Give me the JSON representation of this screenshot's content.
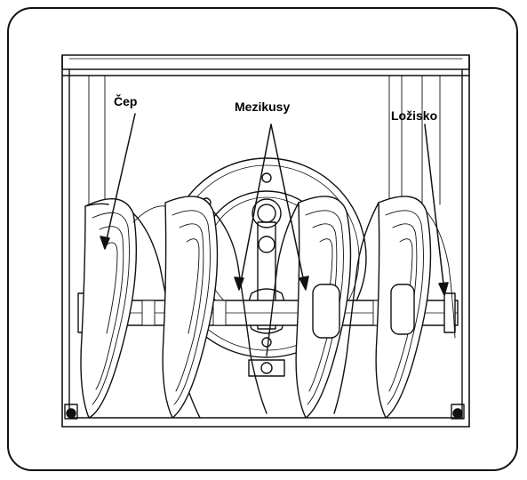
{
  "labels": {
    "cep": "Čep",
    "mezikusy": "Mezikusy",
    "lozisko": "Ložisko"
  },
  "colors": {
    "line": "#111111",
    "background": "#ffffff"
  }
}
